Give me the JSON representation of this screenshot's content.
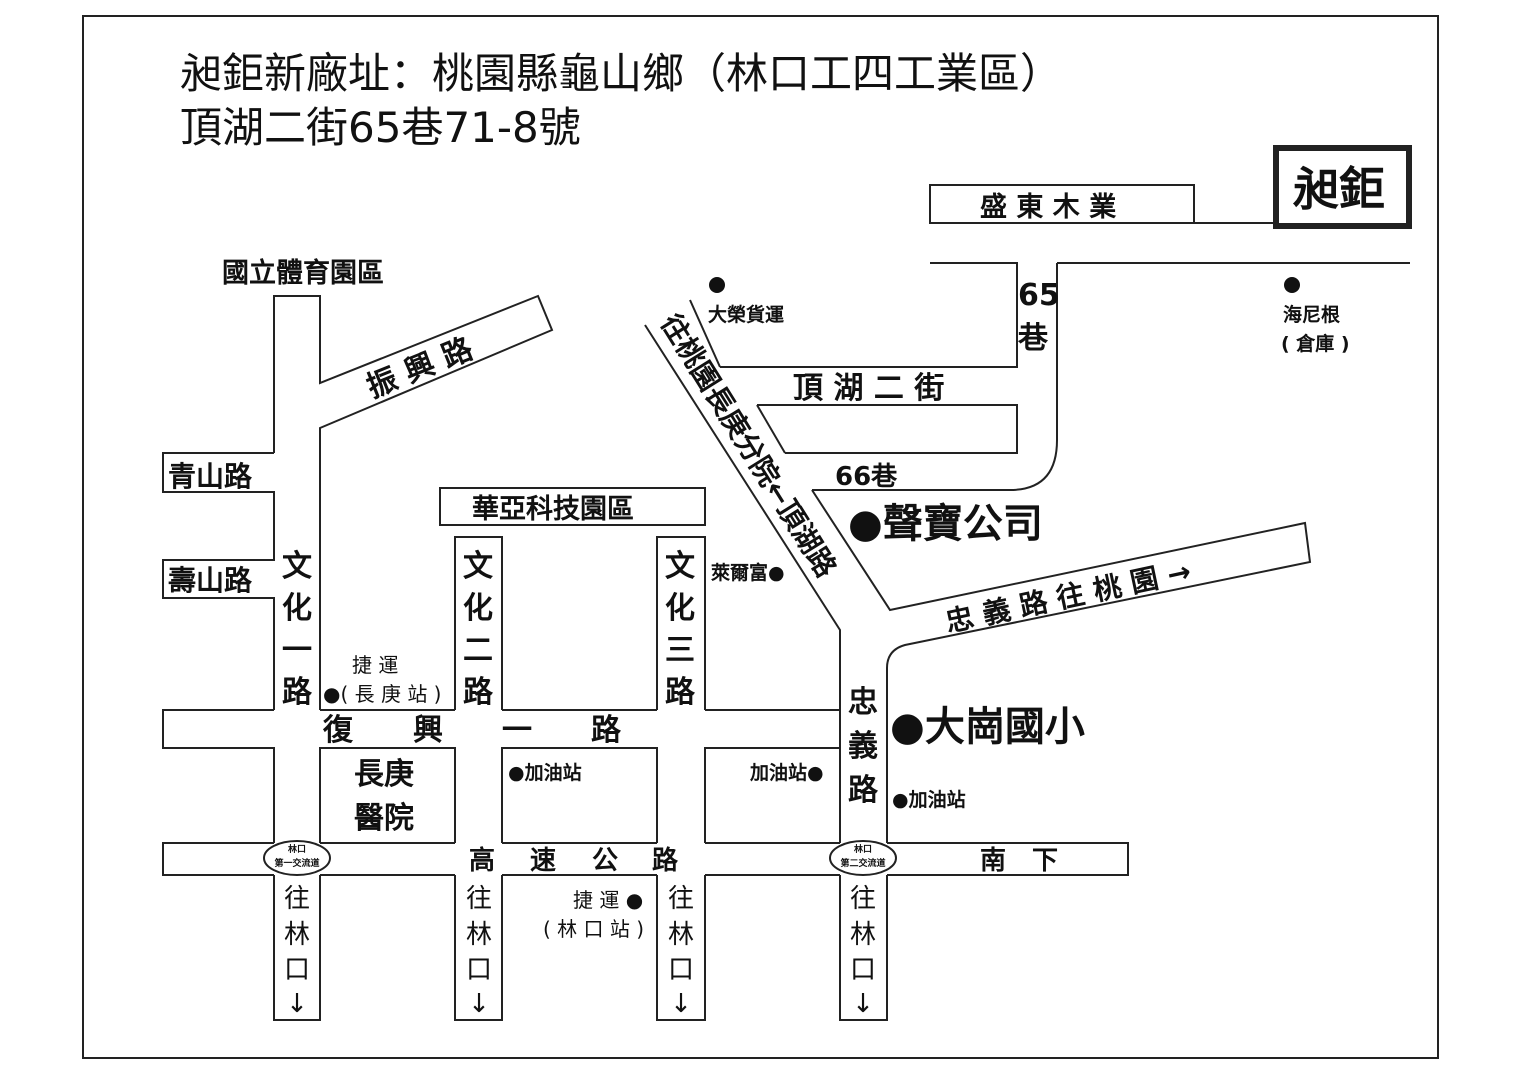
{
  "title": {
    "line1": "昶鉅新廠址：桃園縣龜山鄉（林口工四工業區）",
    "line2": "頂湖二街65巷71-8號"
  },
  "logo": "昶鉅",
  "landmarks": {
    "sheng_dong": "盛 東 木 業",
    "sports_park": "國立體育園區",
    "huaya": "華亞科技園區",
    "da_rong": "大榮貨運",
    "heineken_1": "海尼根",
    "heineken_2": "( 倉庫 )",
    "sheng_bao": "●聲寶公司",
    "da_gang": "●大崗國小",
    "lai_er_fu": "萊爾富●",
    "mrt_cg_1": "捷 運",
    "mrt_cg_2": "●( 長 庚 站 )",
    "chang_gung_1": "長庚",
    "chang_gung_2": "醫院",
    "gas1": "●加油站",
    "gas2": "加油站●",
    "gas3": "●加油站",
    "mrt_lk_1": "捷 運 ●",
    "mrt_lk_2": "( 林 口 站 )",
    "ic1_1": "林口",
    "ic1_2": "第一交流道",
    "ic2_1": "林口",
    "ic2_2": "第二交流道"
  },
  "roads": {
    "zhenxing": "振 興 路",
    "lane65_1": "65",
    "lane65_2": "巷",
    "dinghu2": "頂 湖 二 街",
    "lane66": "66巷",
    "to_cg_branch": "往桃園長庚分院←頂湖路",
    "qingshan": "青山路",
    "shoushan": "壽山路",
    "wenhua1": [
      "文",
      "化",
      "一",
      "路"
    ],
    "wenhua2": [
      "文",
      "化",
      "二",
      "路"
    ],
    "wenhua3": [
      "文",
      "化",
      "三",
      "路"
    ],
    "zhongyi_diag": "忠 義 路    往 桃 園  →",
    "zhongyi_v": [
      "忠",
      "義",
      "路"
    ],
    "fuxing1": [
      "復",
      "興",
      "一",
      "路"
    ],
    "highway": [
      "高",
      "速",
      "公",
      "路"
    ],
    "south": "南　下",
    "to_linkou": [
      "往",
      "林",
      "口",
      "↓"
    ]
  }
}
